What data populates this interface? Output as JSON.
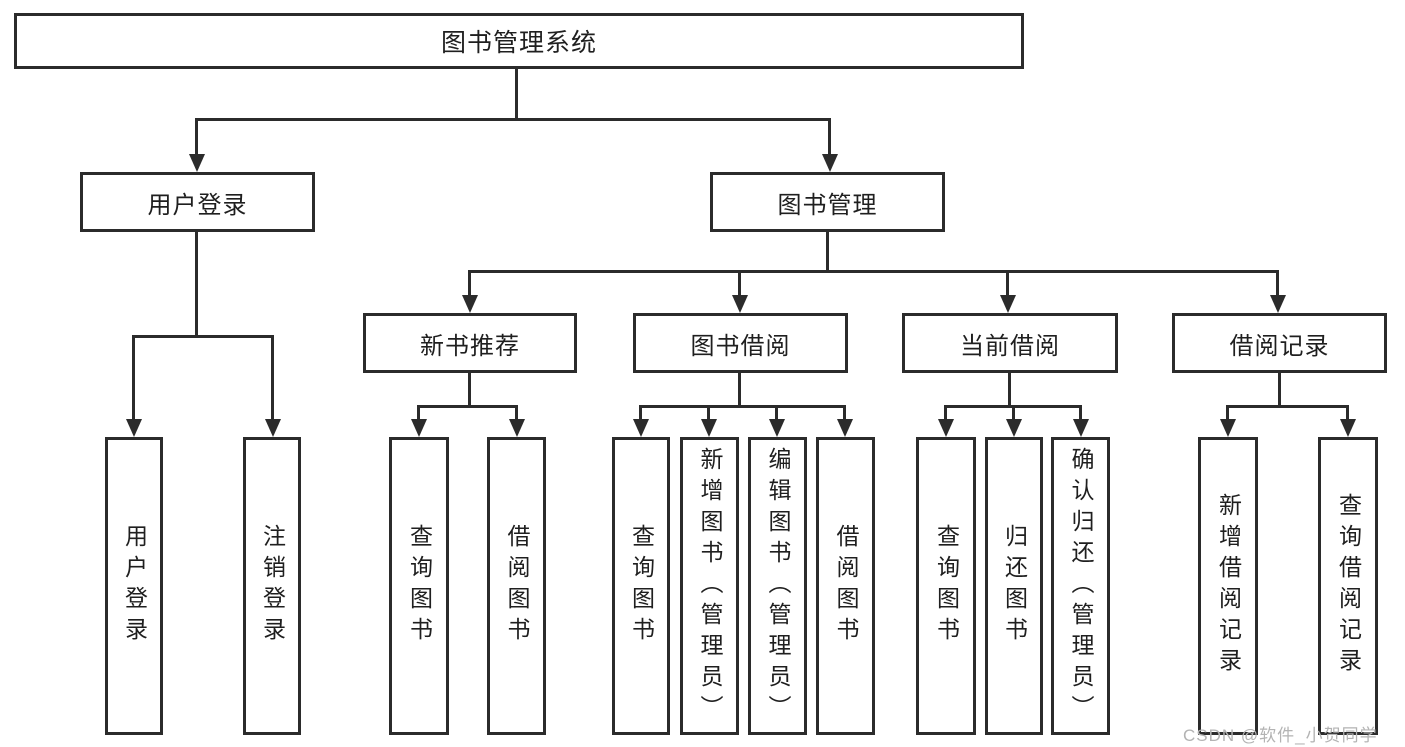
{
  "diagram": {
    "root": {
      "label": "图书管理系统"
    },
    "branches": [
      {
        "label": "用户登录",
        "children": [
          {
            "label": "用户登录"
          },
          {
            "label": "注销登录"
          }
        ]
      },
      {
        "label": "图书管理",
        "children": [
          {
            "label": "新书推荐",
            "children": [
              {
                "label": "查询图书"
              },
              {
                "label": "借阅图书"
              }
            ]
          },
          {
            "label": "图书借阅",
            "children": [
              {
                "label": "查询图书"
              },
              {
                "label": "新增图书（管理员）"
              },
              {
                "label": "编辑图书（管理员）"
              },
              {
                "label": "借阅图书"
              }
            ]
          },
          {
            "label": "当前借阅",
            "children": [
              {
                "label": "查询图书"
              },
              {
                "label": "归还图书"
              },
              {
                "label": "确认归还（管理员）"
              }
            ]
          },
          {
            "label": "借阅记录",
            "children": [
              {
                "label": "新增借阅记录"
              },
              {
                "label": "查询借阅记录"
              }
            ]
          }
        ]
      }
    ],
    "watermark": "CSDN @软件_小贺同学",
    "colors": {
      "line": "#2b2b2b",
      "text": "#1f1f1f",
      "watermark": "#b3b3b3",
      "background": "#ffffff"
    }
  }
}
